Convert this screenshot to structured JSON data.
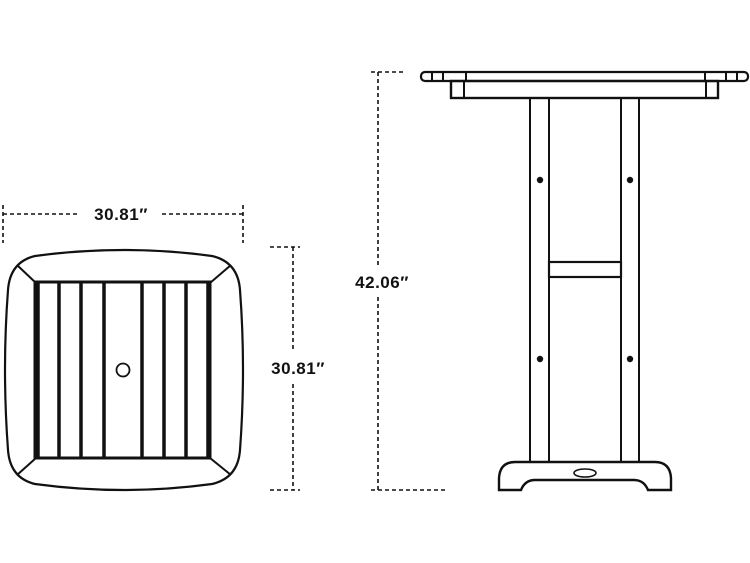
{
  "dimensions": {
    "top_width": "30.81″",
    "top_depth": "30.81″",
    "height": "42.06″"
  },
  "colors": {
    "line": "#111111",
    "background": "#ffffff"
  }
}
